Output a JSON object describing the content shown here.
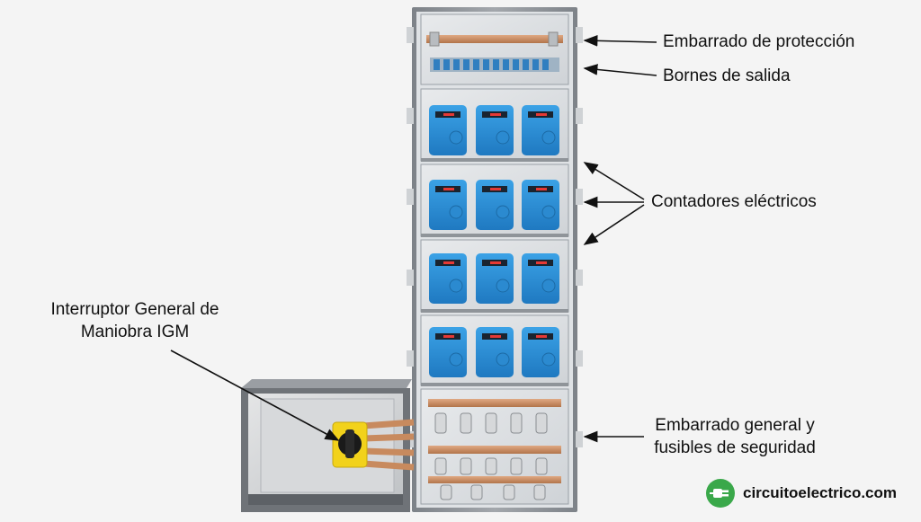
{
  "callouts": {
    "embarrado_proteccion": "Embarrado de protección",
    "bornes_salida": "Bornes de salida",
    "contadores": "Contadores eléctricos",
    "igm_line1": "Interruptor General de",
    "igm_line2": "Maniobra IGM",
    "embarrado_general_line1": "Embarrado general y",
    "embarrado_general_line2": "fusibles de seguridad"
  },
  "brand": {
    "name": "circuitoelectrico.com",
    "icon": "plug-logo-icon",
    "color": "#3aa84a"
  },
  "meter_grid": {
    "rows": 4,
    "columns": 3
  },
  "colors": {
    "meter_blue": "#2a8fd6",
    "switch_yellow": "#f2d21b",
    "copper": "#c88a5e",
    "cabinet_gray": "#8c9096"
  }
}
